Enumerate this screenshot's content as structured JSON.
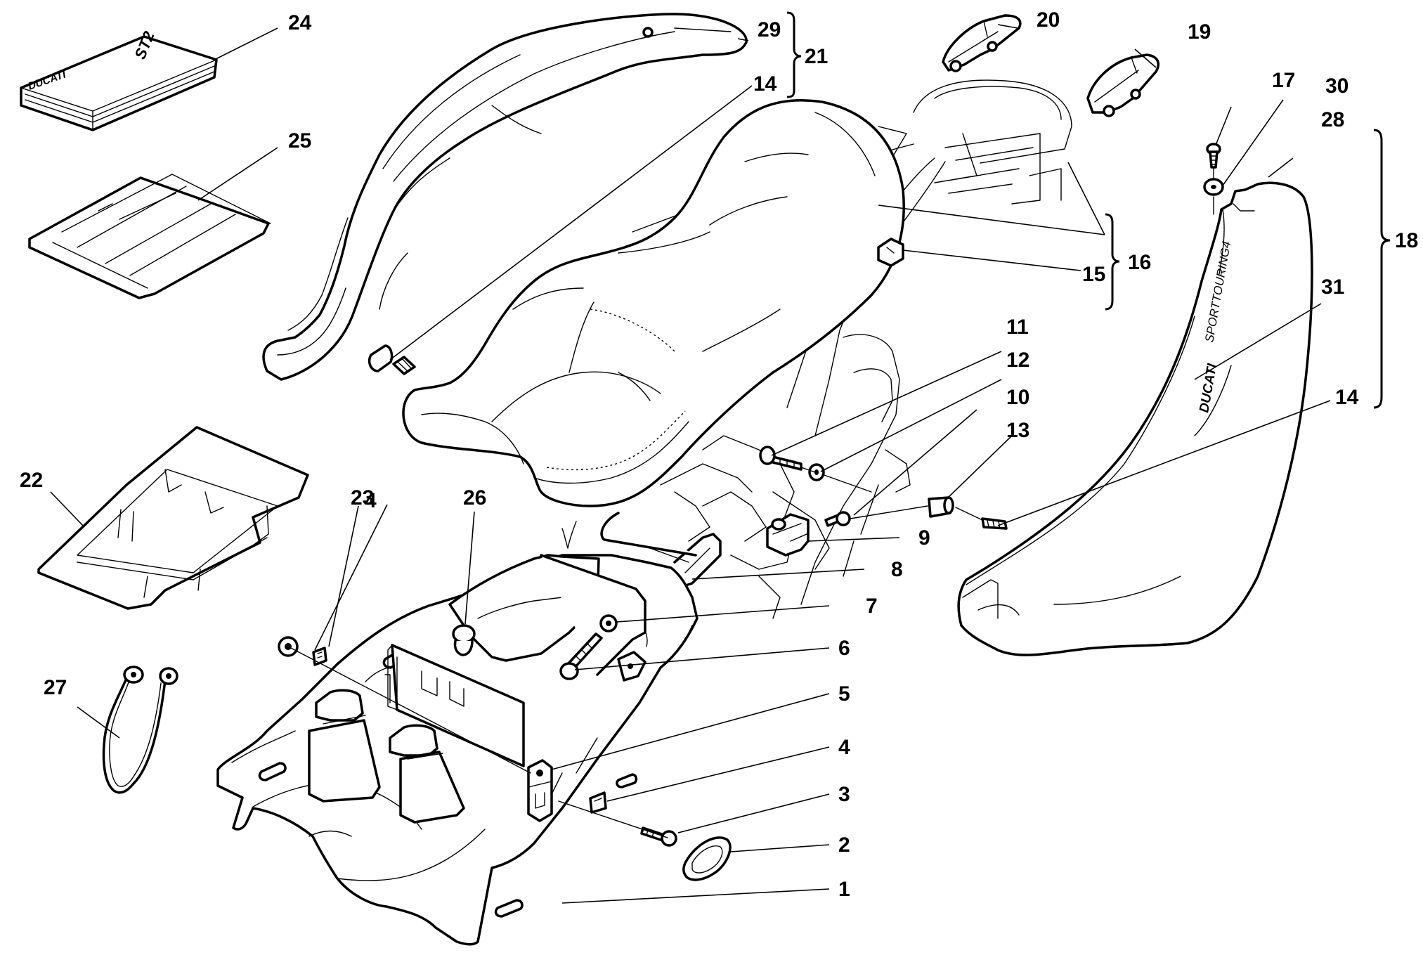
{
  "callouts": [
    {
      "id": "c1",
      "label": "1"
    },
    {
      "id": "c2",
      "label": "2"
    },
    {
      "id": "c3",
      "label": "3"
    },
    {
      "id": "c4a",
      "label": "4"
    },
    {
      "id": "c4b",
      "label": "4"
    },
    {
      "id": "c5",
      "label": "5"
    },
    {
      "id": "c6",
      "label": "6"
    },
    {
      "id": "c7",
      "label": "7"
    },
    {
      "id": "c8",
      "label": "8"
    },
    {
      "id": "c9",
      "label": "9"
    },
    {
      "id": "c10",
      "label": "10"
    },
    {
      "id": "c11",
      "label": "11"
    },
    {
      "id": "c12",
      "label": "12"
    },
    {
      "id": "c13",
      "label": "13"
    },
    {
      "id": "c14a",
      "label": "14"
    },
    {
      "id": "c14b",
      "label": "14"
    },
    {
      "id": "c15",
      "label": "15"
    },
    {
      "id": "c16",
      "label": "16"
    },
    {
      "id": "c17",
      "label": "17"
    },
    {
      "id": "c18",
      "label": "18"
    },
    {
      "id": "c19",
      "label": "19"
    },
    {
      "id": "c20",
      "label": "20"
    },
    {
      "id": "c21",
      "label": "21"
    },
    {
      "id": "c22",
      "label": "22"
    },
    {
      "id": "c23",
      "label": "23"
    },
    {
      "id": "c24",
      "label": "24"
    },
    {
      "id": "c25",
      "label": "25"
    },
    {
      "id": "c26",
      "label": "26"
    },
    {
      "id": "c27",
      "label": "27"
    },
    {
      "id": "c28",
      "label": "28"
    },
    {
      "id": "c29",
      "label": "29"
    },
    {
      "id": "c30",
      "label": "30"
    },
    {
      "id": "c31",
      "label": "31"
    }
  ],
  "markings": {
    "manual_brand": "DUCATI",
    "manual_model": "ST2",
    "tail_brand": "DUCATI",
    "tail_model": "SPORTTOURING4"
  }
}
